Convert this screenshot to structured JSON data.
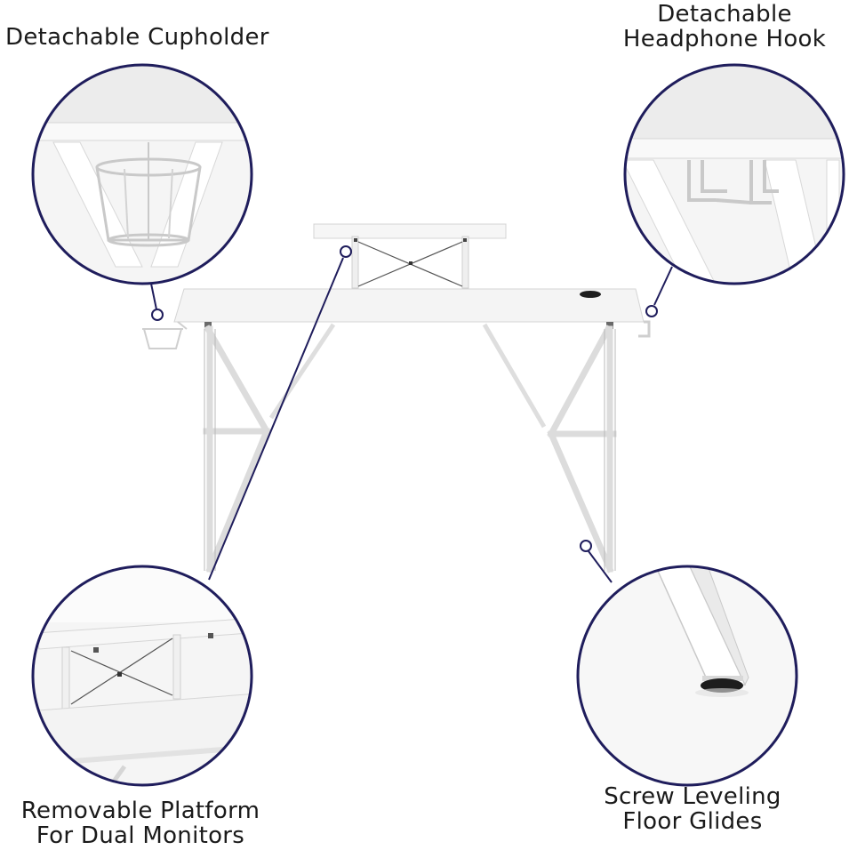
{
  "callouts": {
    "cupholder": {
      "line1": "Detachable Cupholder"
    },
    "headphone_hook": {
      "line1": "Detachable",
      "line2": "Headphone Hook"
    },
    "platform": {
      "line1": "Removable Platform",
      "line2": "For Dual Monitors"
    },
    "glides": {
      "line1": "Screw Leveling",
      "line2": "Floor Glides"
    }
  },
  "colors": {
    "callout_ring": "#1f1d5c",
    "desk_fill": "#f4f4f4",
    "desk_edge": "#d6d6d6",
    "text": "#1a1a1a"
  }
}
